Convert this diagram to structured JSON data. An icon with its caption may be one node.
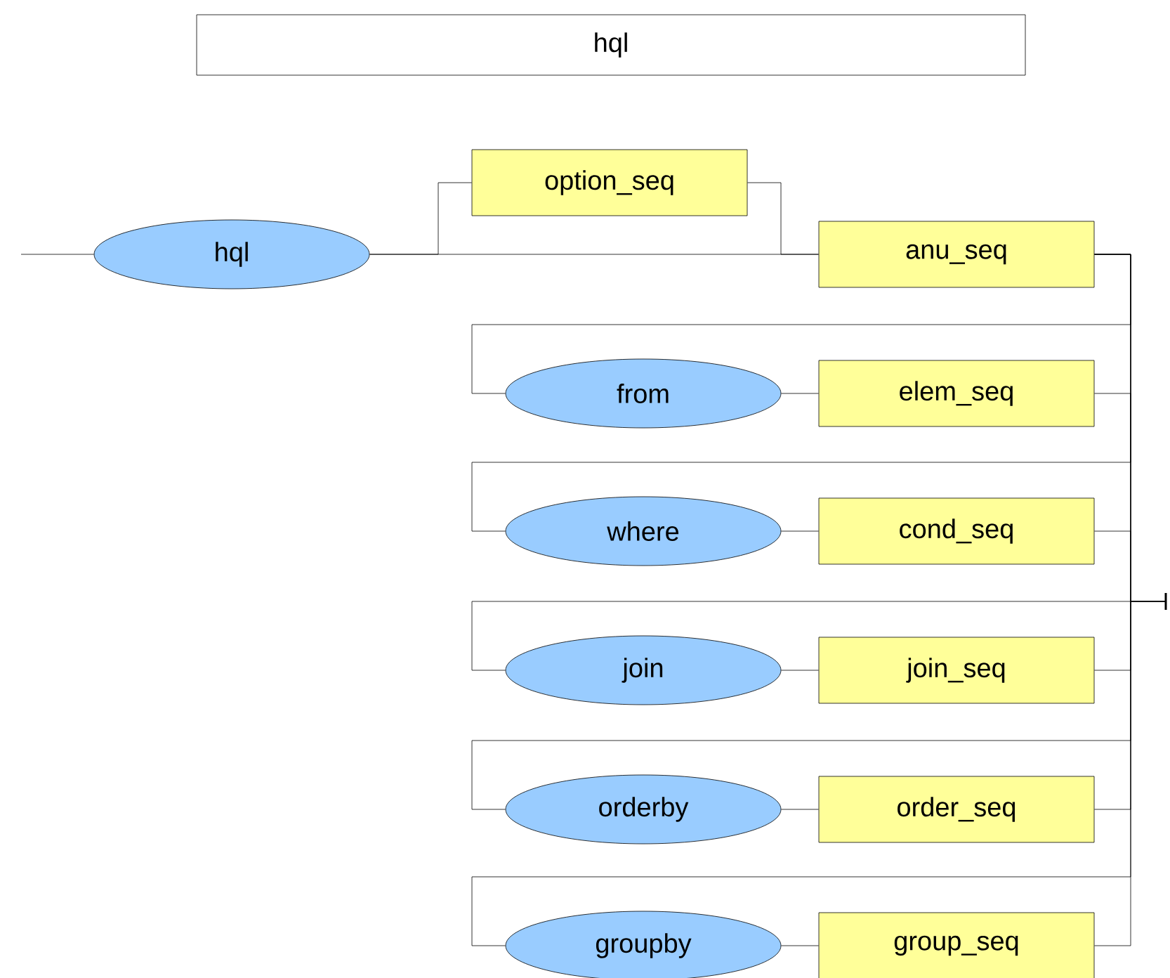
{
  "diagram": {
    "title": "hql",
    "nodes": [
      {
        "text": [
          "hql"
        ]
      },
      {
        "text": [
          "option_seq"
        ]
      },
      {
        "text": [
          "anu_seq"
        ]
      },
      {
        "text": [
          "from"
        ]
      },
      {
        "text": [
          "elem_seq"
        ]
      },
      {
        "text": [
          "where"
        ]
      },
      {
        "text": [
          "cond_seq"
        ]
      },
      {
        "text": [
          "join"
        ]
      },
      {
        "text": [
          "join_seq"
        ]
      },
      {
        "text": [
          "orderby"
        ]
      },
      {
        "text": [
          "order_seq"
        ]
      },
      {
        "text": [
          "groupby"
        ]
      },
      {
        "text": [
          "group_seq"
        ]
      }
    ],
    "edges": [
      {
        "from": null,
        "to": 0,
        "arrow": "none"
      },
      {
        "from": 0,
        "to": 1,
        "arrow": "none"
      },
      {
        "from": 1,
        "to": 2,
        "arrow": "none"
      },
      {
        "from": 0,
        "to": 2,
        "arrow": "none"
      },
      {
        "from": 2,
        "to": 3,
        "arrow": "none"
      },
      {
        "from": 2,
        "to": 5,
        "arrow": "none"
      },
      {
        "from": 2,
        "to": 7,
        "arrow": "none"
      },
      {
        "from": 2,
        "to": 9,
        "arrow": "none"
      },
      {
        "from": 2,
        "to": 11,
        "arrow": "none"
      },
      {
        "from": 3,
        "to": 4,
        "arrow": "none"
      },
      {
        "from": 5,
        "to": 6,
        "arrow": "none"
      },
      {
        "from": 7,
        "to": 8,
        "arrow": "none"
      },
      {
        "from": 9,
        "to": 10,
        "arrow": "none"
      },
      {
        "from": 11,
        "to": 12,
        "arrow": "none"
      },
      {
        "from": 4,
        "to": null,
        "arrow": "none"
      },
      {
        "from": 6,
        "to": null,
        "arrow": "none"
      },
      {
        "from": 8,
        "to": null,
        "arrow": "none"
      },
      {
        "from": 10,
        "to": null,
        "arrow": "none"
      },
      {
        "from": 12,
        "to": null,
        "arrow": "none"
      }
    ]
  }
}
